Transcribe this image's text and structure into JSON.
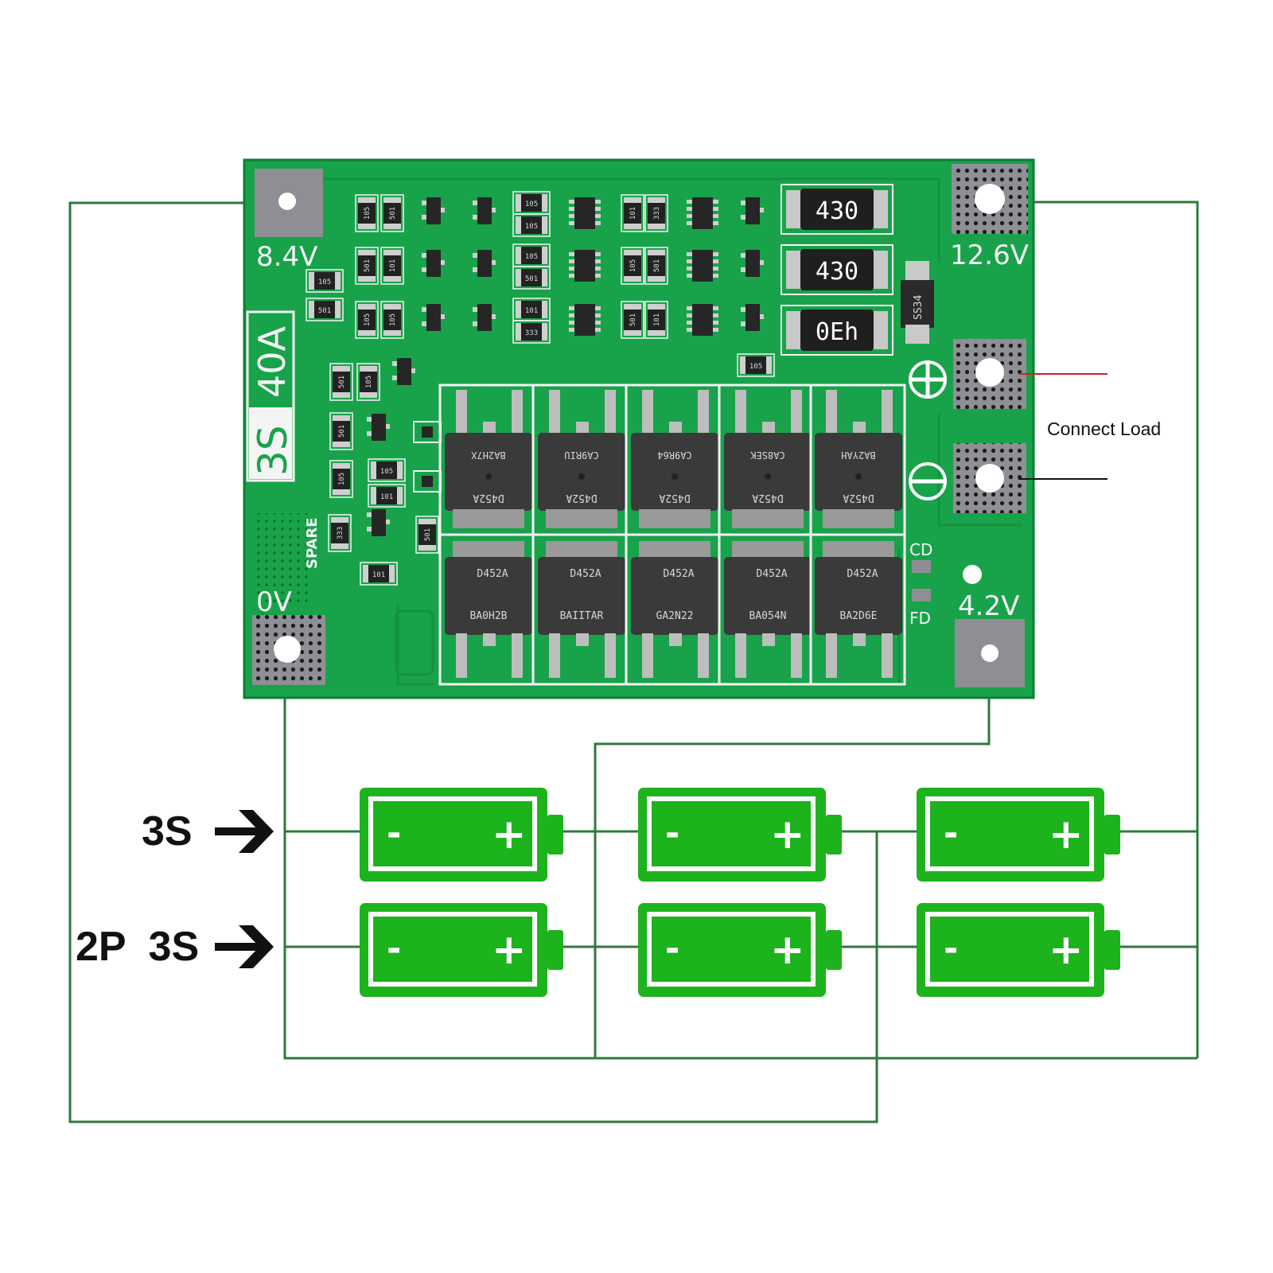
{
  "board": {
    "title_series": "3S",
    "title_current": "40A",
    "pad_8v4": "8.4V",
    "pad_12v6": "12.6V",
    "pad_0v": "0V",
    "pad_4v2": "4.2V",
    "pad_cd": "CD",
    "pad_fd": "FD",
    "spare": "SPARE",
    "diode_mark": "SS34",
    "shunt_labels": [
      "430",
      "430",
      "0Eh"
    ],
    "mosfet_top_codes": [
      "BA2H7X",
      "CA9RIU",
      "CA9R64",
      "CA8SEK",
      "BA2YAH"
    ],
    "mosfet_top_part": "D452A",
    "mosfet_bottom_codes": [
      "BA0H2B",
      "BAIITAR",
      "GA2N22",
      "BA054N",
      "BA2D6E"
    ],
    "mosfet_bottom_part": "D452A",
    "resistor_codes": [
      "105",
      "501",
      "105",
      "501",
      "105",
      "105",
      "101",
      "333",
      "501",
      "101"
    ],
    "colors": {
      "pcb": "#18a34a",
      "trace_line": "#2d7a3c",
      "battery": "#1db31d",
      "load_positive": "#d21f1f",
      "load_negative": "#111111"
    }
  },
  "load": {
    "label": "Connect Load",
    "positive_symbol": "+",
    "negative_symbol": "−"
  },
  "rows": [
    {
      "label": "3S"
    },
    {
      "label": "2P  3S"
    }
  ],
  "battery": {
    "minus": "-",
    "plus": "+"
  }
}
